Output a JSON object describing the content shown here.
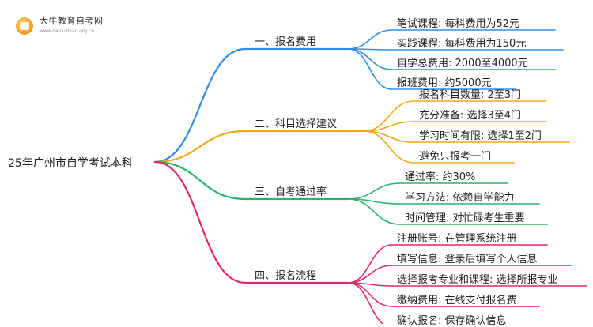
{
  "logo": {
    "title": "大牛教育自考网",
    "url": "www.daniuzikao.org.cn"
  },
  "root": "25年广州市自学考试本科",
  "branches": [
    {
      "label": "一、报名费用",
      "color": "#2f8fe6",
      "items": [
        "笔试课程: 每科费用为52元",
        "实践课程: 每科费用为150元",
        "自学总费用: 2000至4000元",
        "报班费用: 约5000元"
      ]
    },
    {
      "label": "二、科目选择建议",
      "color": "#f0a819",
      "items": [
        "报名科目数量: 2至3门",
        "充分准备: 选择3至4门",
        "学习时间有限: 选择1至2门",
        "避免只报考一门"
      ]
    },
    {
      "label": "三、自考通过率",
      "color": "#26b56a",
      "items": [
        "通过率: 约30%",
        "学习方法: 依赖自学能力",
        "时间管理: 对忙碌考生重要"
      ]
    },
    {
      "label": "四、报名流程",
      "color": "#e0266e",
      "items": [
        "注册账号: 在管理系统注册",
        "填写信息: 登录后填写个人信息",
        "选择报考专业和课程: 选择所报专业",
        "缴纳费用: 在线支付报名费",
        "确认报名: 保存确认信息"
      ]
    }
  ]
}
